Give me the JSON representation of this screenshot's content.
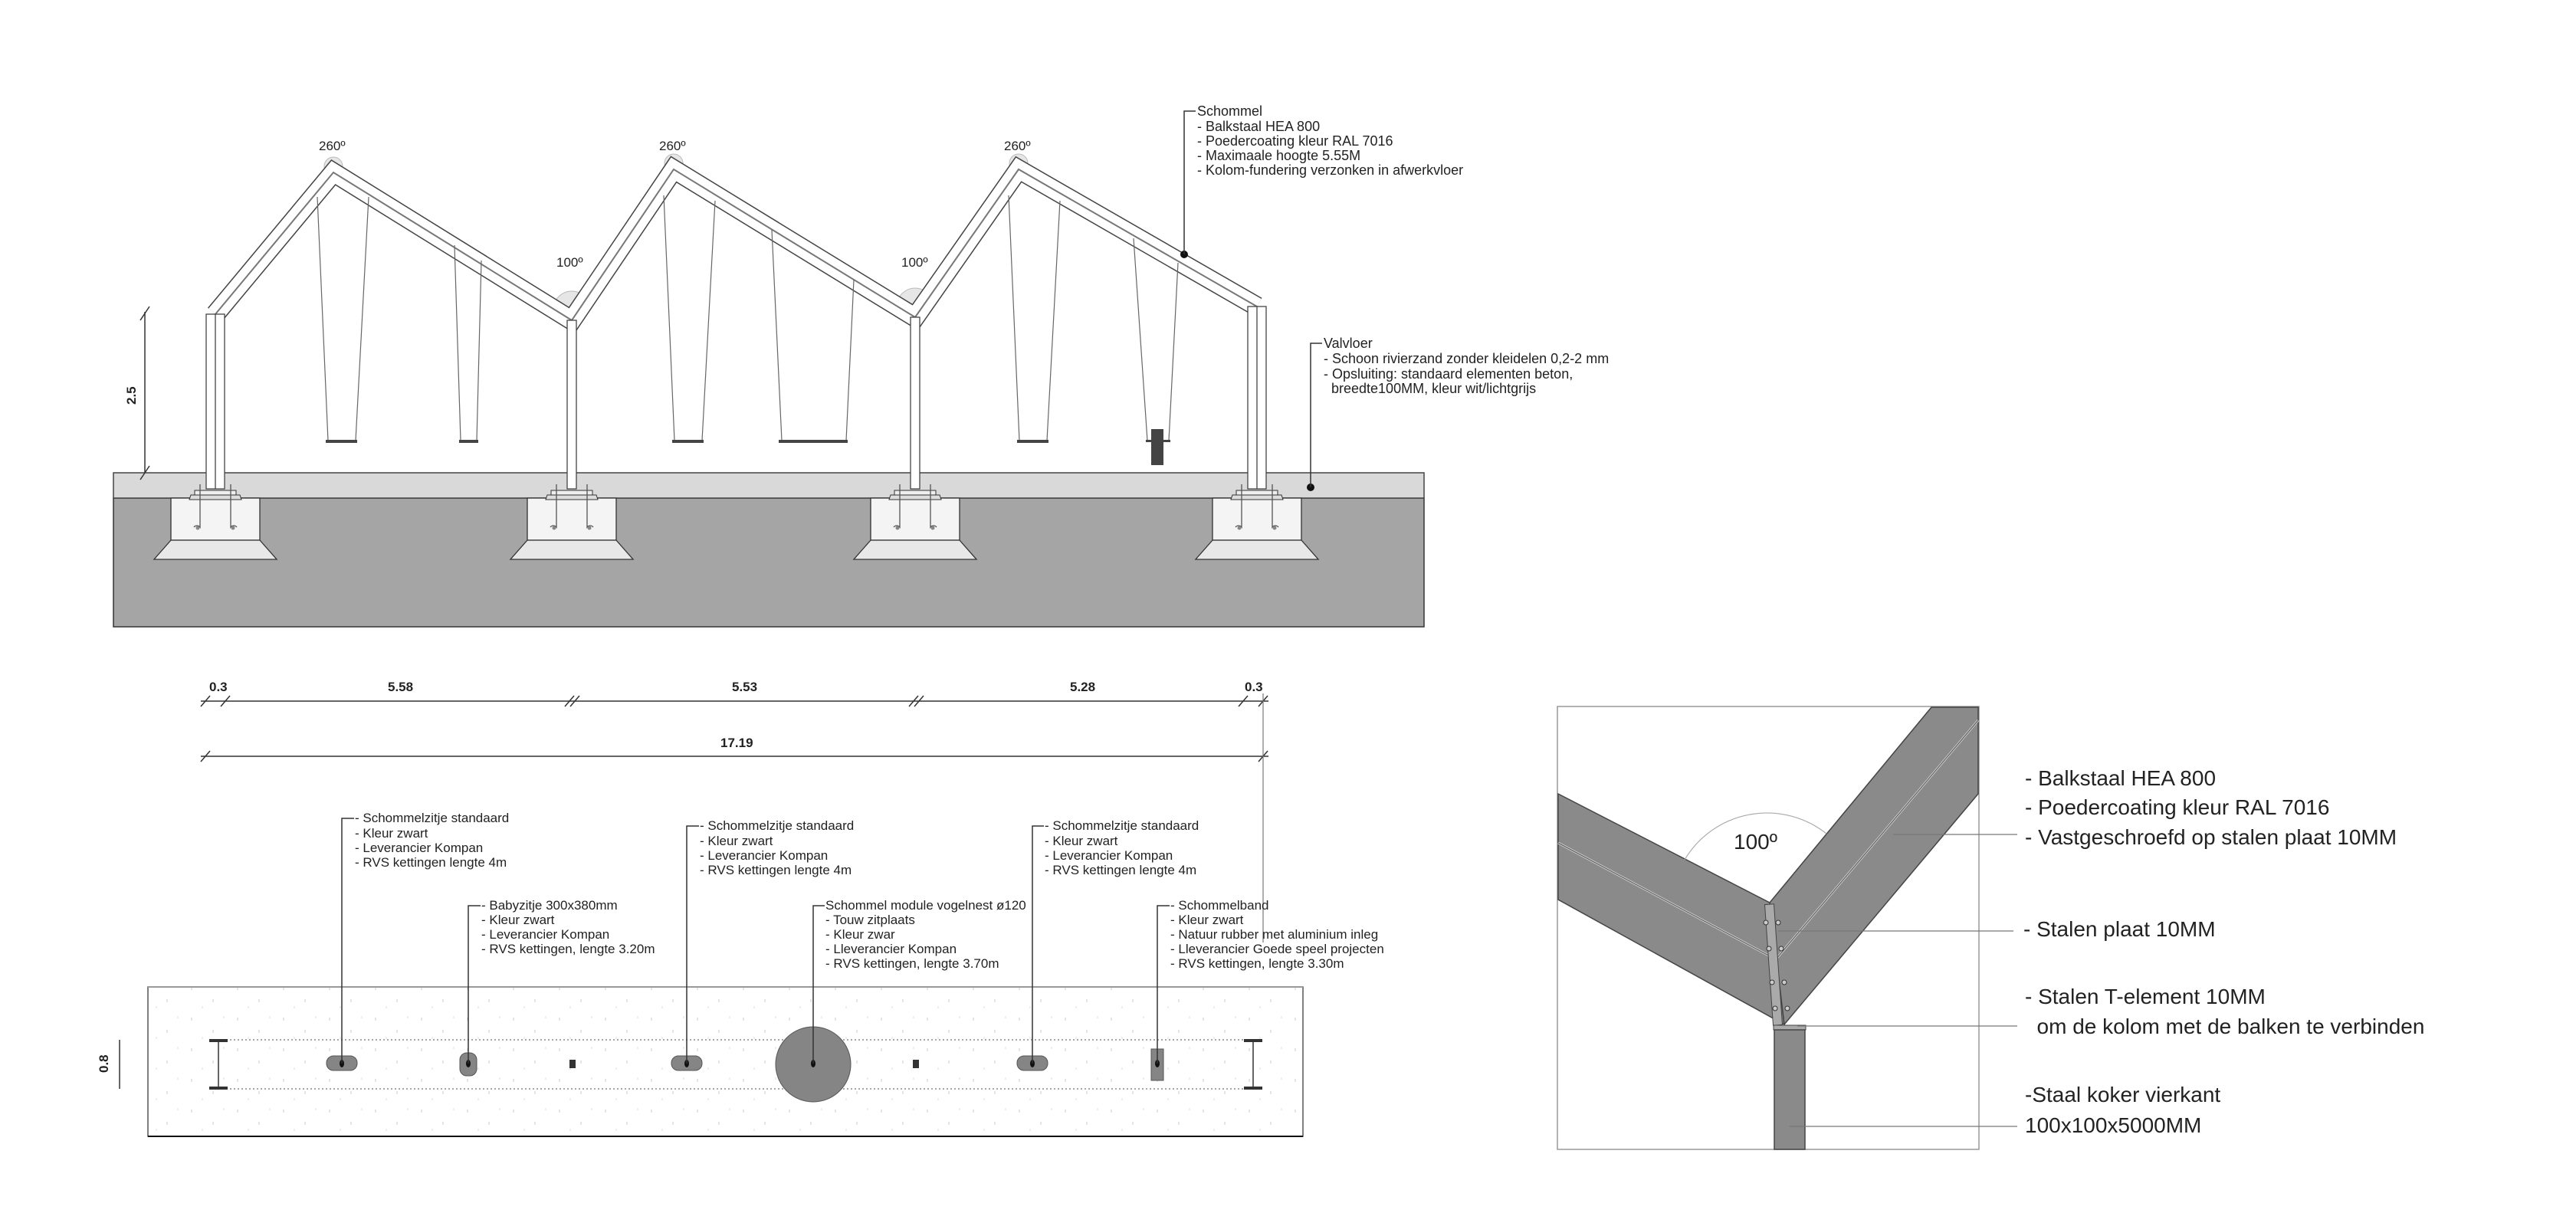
{
  "elevation": {
    "angles": {
      "peak": "260º",
      "valley": "100º"
    },
    "height_dim": "2.5",
    "schommel_note": {
      "title": "Schommel",
      "lines": [
        "- Balkstaal HEA 800",
        "- Poedercoating kleur RAL 7016",
        "- Maximaale hoogte 5.55M",
        "- Kolom-fundering verzonken in afwerkvloer"
      ]
    },
    "valvloer_note": {
      "title": "Valvloer",
      "lines": [
        "- Schoon rivierzand zonder kleidelen 0,2-2 mm",
        "- Opsluiting: standaard elementen beton,",
        "  breedte100MM, kleur wit/lichtgrijs"
      ]
    }
  },
  "dimensions": {
    "segments": [
      "0.3",
      "5.58",
      "5.53",
      "5.28",
      "0.3"
    ],
    "total": "17.19",
    "plan_width": "0.8"
  },
  "plan_notes": [
    {
      "lines": [
        "- Schommelzitje standaard",
        "- Kleur zwart",
        "- Leverancier Kompan",
        "- RVS kettingen lengte 4m"
      ]
    },
    {
      "lines": [
        "- Babyzitje 300x380mm",
        "- Kleur zwart",
        "- Leverancier Kompan",
        "- RVS kettingen, lengte 3.20m"
      ]
    },
    {
      "lines": [
        "- Schommelzitje standaard",
        "- Kleur zwart",
        "- Leverancier Kompan",
        "- RVS kettingen lengte 4m"
      ]
    },
    {
      "lines": [
        "Schommel module vogelnest ø120",
        "- Touw zitplaats",
        "- Kleur zwar",
        "- Lleverancier Kompan",
        "- RVS kettingen, lengte 3.70m"
      ]
    },
    {
      "lines": [
        "- Schommelzitje standaard",
        "- Kleur zwart",
        "- Leverancier Kompan",
        "- RVS kettingen lengte 4m"
      ]
    },
    {
      "lines": [
        "- Schommelband",
        "- Kleur zwart",
        "- Natuur rubber met aluminium inleg",
        "- Lleverancier Goede speel projecten",
        "- RVS kettingen, lengte 3.30m"
      ]
    }
  ],
  "detail": {
    "angle": "100º",
    "notes": [
      "- Balkstaal HEA 800",
      "- Poedercoating kleur RAL 7016",
      "- Vastgeschroefd op stalen plaat 10MM",
      "- Stalen plaat 10MM",
      "- Stalen T-element 10MM",
      "  om de kolom met de balken te verbinden",
      "-Staal koker vierkant",
      "100x100x5000MM"
    ]
  },
  "colors": {
    "ground": "#a5a5a5",
    "valvloer": "#d9d9d9",
    "steel": "#8a8a8a",
    "seat": "#444444"
  }
}
